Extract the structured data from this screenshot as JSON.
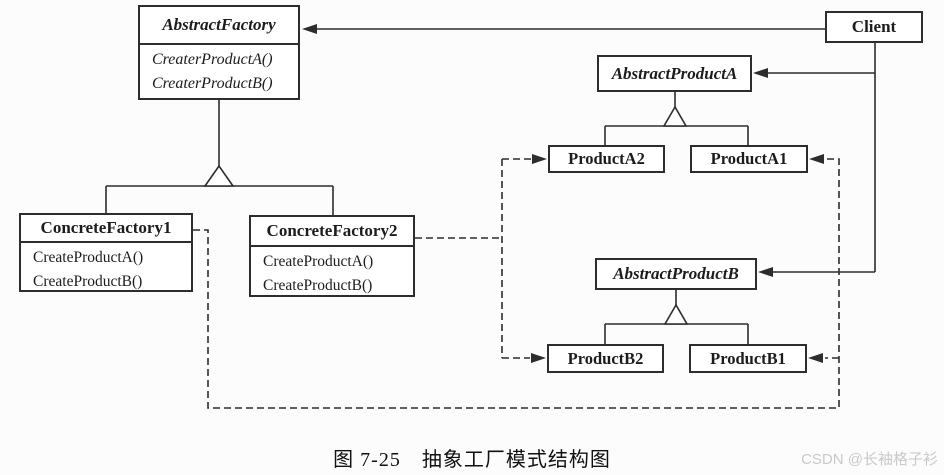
{
  "diagram": {
    "nodes": {
      "abstract_factory": {
        "title": "AbstractFactory",
        "methods": [
          "CreaterProductA()",
          "CreaterProductB()"
        ]
      },
      "client": {
        "title": "Client"
      },
      "abstract_product_a": {
        "title": "AbstractProductA"
      },
      "product_a2": {
        "title": "ProductA2"
      },
      "product_a1": {
        "title": "ProductA1"
      },
      "concrete_factory1": {
        "title": "ConcreteFactory1",
        "methods": [
          "CreateProductA()",
          "CreateProductB()"
        ]
      },
      "concrete_factory2": {
        "title": "ConcreteFactory2",
        "methods": [
          "CreateProductA()",
          "CreateProductB()"
        ]
      },
      "abstract_product_b": {
        "title": "AbstractProductB"
      },
      "product_b2": {
        "title": "ProductB2"
      },
      "product_b1": {
        "title": "ProductB1"
      }
    },
    "colors": {
      "line": "#2d2d2d",
      "box_border": "#2d2d2d",
      "box_fill": "#ffffff",
      "background": "#fcfcfc",
      "caption_text": "#111111",
      "watermark_text": "#c9c9c9"
    }
  },
  "caption": "图 7-25　抽象工厂模式结构图",
  "watermark": "CSDN @长袖格子衫"
}
